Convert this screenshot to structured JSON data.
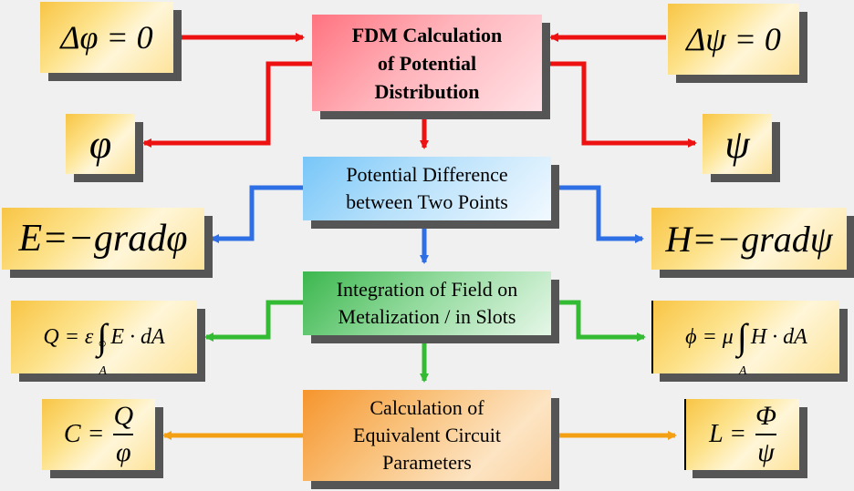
{
  "boxes": {
    "fdm": {
      "lines": [
        "FDM Calculation",
        "of Potential",
        "Distribution"
      ]
    },
    "potential_diff": {
      "lines": [
        "Potential Difference",
        "between Two Points"
      ]
    },
    "integration": {
      "lines": [
        "Integration of Field on",
        "Metalization / in Slots"
      ]
    },
    "calculation": {
      "lines": [
        "Calculation of",
        "Equivalent Circuit",
        "Parameters"
      ]
    },
    "laplace_phi": "Δφ = 0",
    "laplace_psi": "Δψ = 0",
    "phi": "φ",
    "psi": "ψ",
    "e_field": "E=−gradφ",
    "h_field": "H=−gradψ",
    "charge": {
      "lhs": "Q = ε",
      "integrand": "E · dA",
      "sub": "A"
    },
    "flux": {
      "lhs": "ϕ = μ",
      "integrand": "H · dA",
      "sub": "A"
    },
    "capacitance": {
      "lhs": "C =",
      "num": "Q",
      "den": "φ"
    },
    "inductance": {
      "lhs": "L =",
      "num": "Φ",
      "den": "ψ"
    }
  },
  "colors": {
    "red_arrow": "#ee1111",
    "blue_arrow": "#2f6fe6",
    "green_arrow": "#33bb33",
    "orange_arrow": "#f4a015"
  }
}
